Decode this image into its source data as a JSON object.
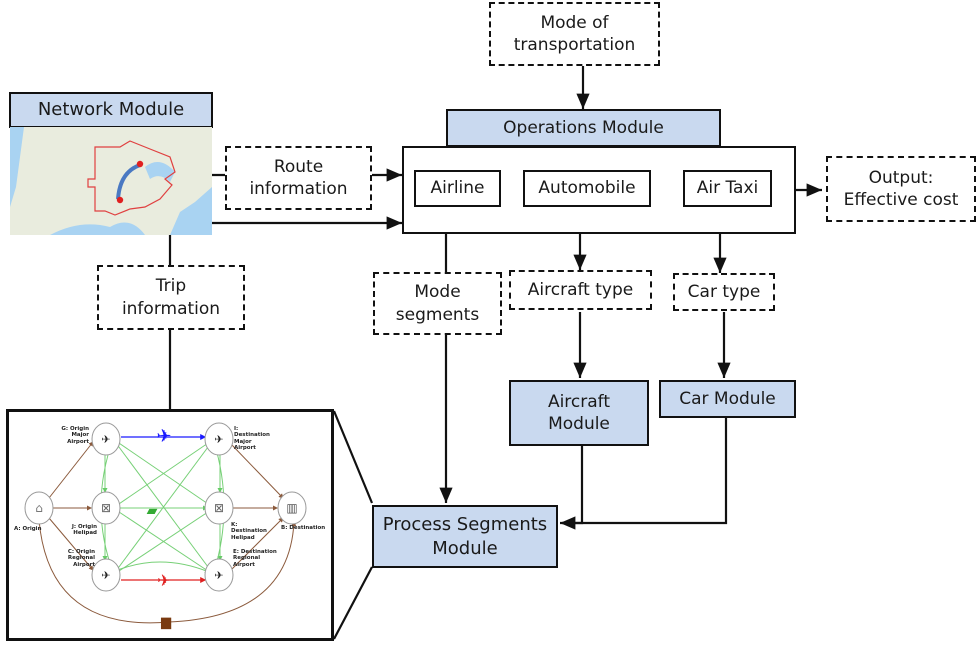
{
  "diagram": {
    "network_module": {
      "title": "Network Module",
      "map_icon": "us-map-route-icon"
    },
    "mode_of_transportation": "Mode of transportation",
    "operations_module": {
      "title": "Operations Module",
      "modes": [
        "Airline",
        "Automobile",
        "Air Taxi"
      ]
    },
    "route_information": "Route information",
    "trip_information": "Trip information",
    "output": "Output: Effective cost",
    "mode_segments": "Mode segments",
    "aircraft_type": "Aircraft type",
    "car_type": "Car type",
    "aircraft_module": "Aircraft Module",
    "car_module": "Car Module",
    "process_segments_module": "Process Segments Module",
    "inset_network": {
      "nodes": {
        "A": "A: Origin",
        "B": "B: Destination",
        "G": "G: Origin Major Airport",
        "I": "I: Destination Major Airport",
        "J": "J: Origin Helipad",
        "K": "K: Destination Helipad",
        "C": "C: Origin Regional Airport",
        "E": "E: Destination Regional Airport"
      },
      "icons": {
        "airline": "airplane-icon",
        "air_taxi": "helicopter-icon",
        "regional": "airplane-icon",
        "car": "car-icon"
      },
      "colors": {
        "airline": "#1a1aff",
        "air_taxi": "#66cc66",
        "regional": "#e02020",
        "ground": "#8b5a3c",
        "module_fill": "#c9d9ef"
      }
    }
  }
}
